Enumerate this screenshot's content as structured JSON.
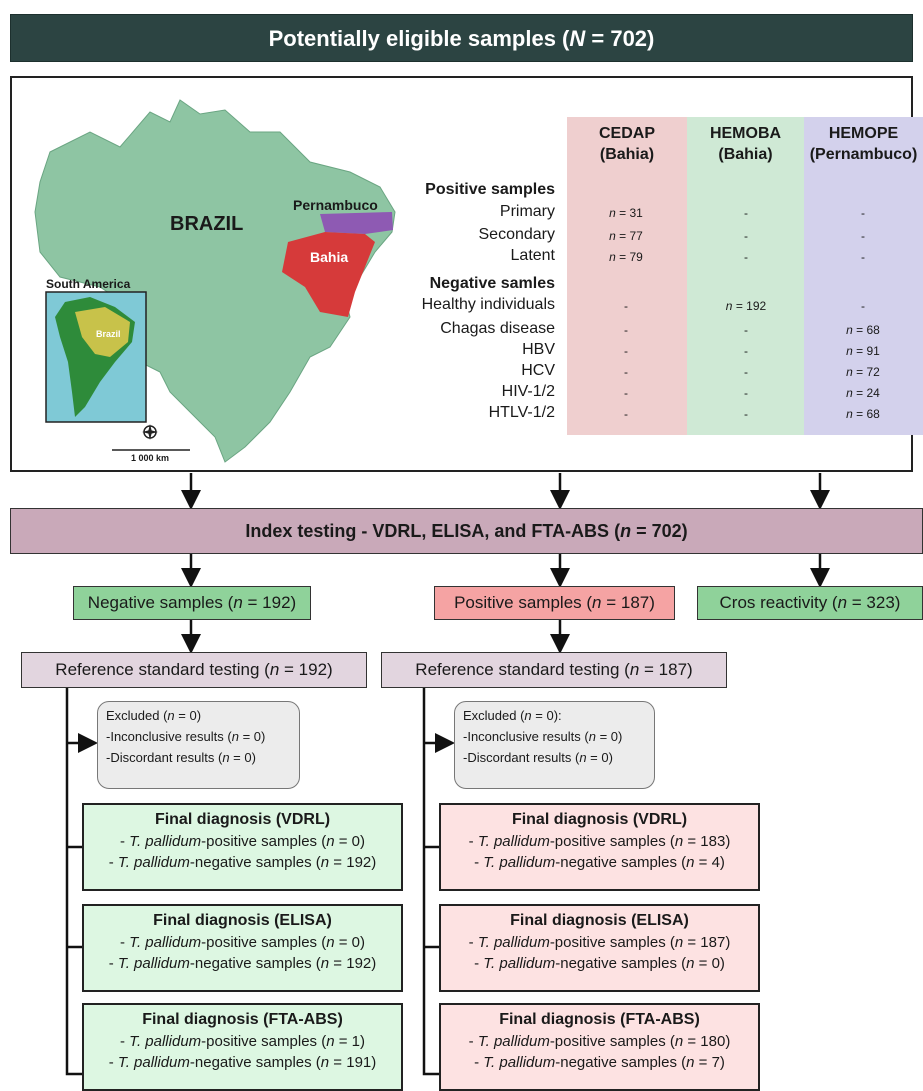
{
  "header": {
    "title_prefix": "Potentially eligible samples (",
    "title_n": "N",
    "title_suffix": " = 702)"
  },
  "map": {
    "country": "BRAZIL",
    "state_pernambuco": "Pernambuco",
    "state_bahia": "Bahia",
    "inset_title": "South America",
    "inset_label": "Brazil",
    "scale": "1 000 km",
    "colors": {
      "land": "#8ec5a3",
      "bahia": "#d63a3a",
      "pernambuco": "#8e5ab3",
      "sea": "#7fc9d6",
      "sa_land": "#2e8b3a",
      "brazil_inset": "#c8c24a"
    }
  },
  "table": {
    "columns": [
      {
        "name": "CEDAP",
        "sub": "(Bahia)",
        "color": "#efcfcf"
      },
      {
        "name": "HEMOBA",
        "sub": "(Bahia)",
        "color": "#cfe9d5"
      },
      {
        "name": "HEMOPE",
        "sub": "(Pernambuco)",
        "color": "#d3d1ec"
      }
    ],
    "positive_header": "Positive samples",
    "negative_header": "Negative samles",
    "rows": [
      {
        "label": "Primary",
        "values": [
          "31",
          "-",
          "-"
        ]
      },
      {
        "label": "Secondary",
        "values": [
          "77",
          "-",
          "-"
        ]
      },
      {
        "label": "Latent",
        "values": [
          "79",
          "-",
          "-"
        ]
      },
      {
        "label": "Healthy individuals",
        "values": [
          "-",
          "192",
          "-"
        ]
      },
      {
        "label": "Chagas disease",
        "values": [
          "-",
          "-",
          "68"
        ]
      },
      {
        "label": "HBV",
        "values": [
          "-",
          "-",
          "91"
        ]
      },
      {
        "label": "HCV",
        "values": [
          "-",
          "-",
          "72"
        ]
      },
      {
        "label": "HIV-1/2",
        "values": [
          "-",
          "-",
          "24"
        ]
      },
      {
        "label": "HTLV-1/2",
        "values": [
          "-",
          "-",
          "68"
        ]
      }
    ]
  },
  "index_testing": {
    "prefix": "Index testing - VDRL, ELISA, and  FTA-ABS (",
    "n": "n",
    "suffix": " = 702)"
  },
  "groups": {
    "negative": {
      "prefix": "Negative samples (",
      "n": "n",
      "suffix": " = 192)"
    },
    "positive": {
      "prefix": "Positive samples (",
      "n": "n",
      "suffix": " = 187)"
    },
    "cross": {
      "prefix": "Cros reactivity (",
      "n": "n",
      "suffix": " = 323)"
    }
  },
  "reference": {
    "left": {
      "prefix": "Reference standard testing (",
      "n": "n",
      "suffix": " = 192)"
    },
    "right": {
      "prefix": "Reference standard testing (",
      "n": "n",
      "suffix": " = 187)"
    }
  },
  "excluded": {
    "left": {
      "line1": [
        "Excluded (",
        "n",
        " = 0)"
      ],
      "line2": [
        "-Inconclusive results (",
        "n",
        " = 0)"
      ],
      "line3": [
        "-Discordant results (",
        "n",
        " = 0)"
      ]
    },
    "right": {
      "line1": [
        "Excluded (",
        "n",
        " = 0):"
      ],
      "line2": [
        "-Inconclusive results (",
        "n",
        " = 0)"
      ],
      "line3": [
        "-Discordant results (",
        "n",
        " = 0)"
      ]
    }
  },
  "final_common": {
    "tp": "T. pallidum",
    "pos_mid": "-positive samples (",
    "neg_mid": "-negative samples (",
    "n": "n"
  },
  "final": {
    "left": [
      {
        "title": "Final diagnosis (VDRL)",
        "pos": " = 0)",
        "neg": " = 192)"
      },
      {
        "title": "Final diagnosis (ELISA)",
        "pos": " = 0)",
        "neg": " = 192)"
      },
      {
        "title": "Final diagnosis (FTA-ABS)",
        "pos": " = 1)",
        "neg": " = 191)"
      }
    ],
    "right": [
      {
        "title": "Final diagnosis (VDRL)",
        "pos": " = 183)",
        "neg": " = 4)"
      },
      {
        "title": "Final diagnosis (ELISA)",
        "pos": " = 187)",
        "neg": " = 0)"
      },
      {
        "title": "Final diagnosis (FTA-ABS)",
        "pos": " = 180)",
        "neg": " = 7)"
      }
    ]
  }
}
